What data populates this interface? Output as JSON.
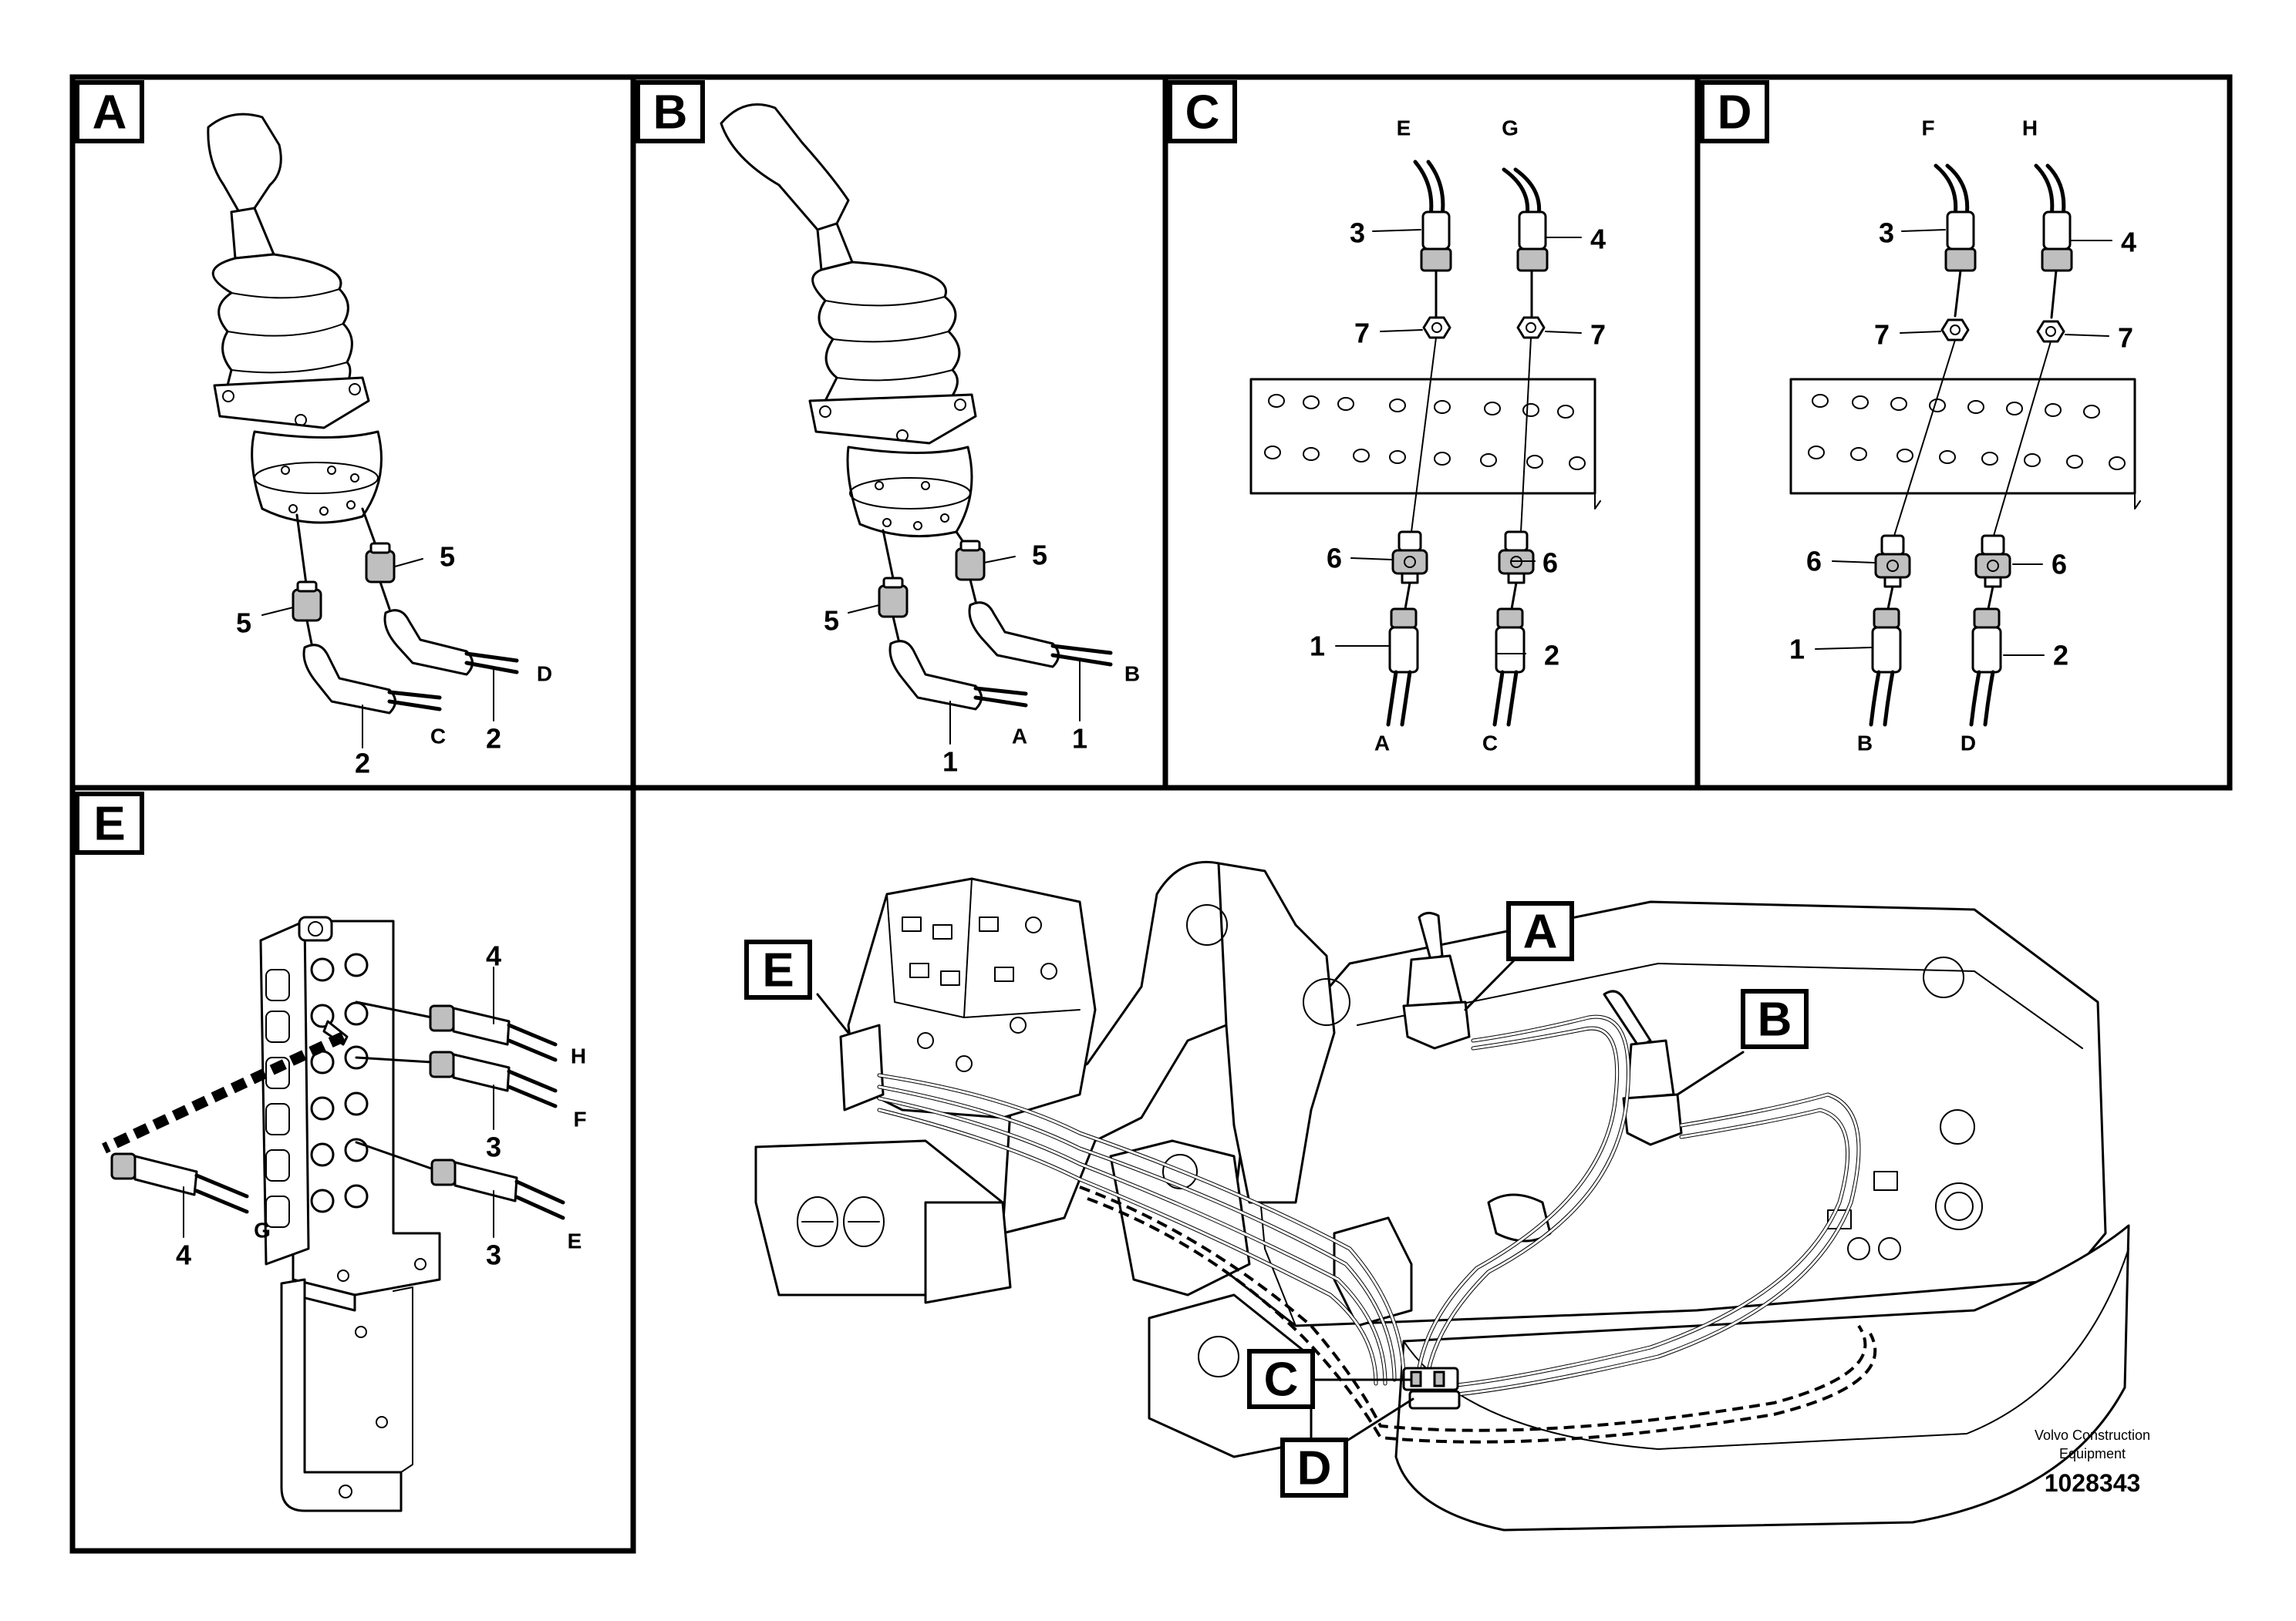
{
  "panels": {
    "A": {
      "tag": "A",
      "callouts": {
        "fitting_left": "5",
        "fitting_right": "5",
        "hose_left": "2",
        "hose_right": "2"
      },
      "ends": {
        "left": "C",
        "right": "D"
      }
    },
    "B": {
      "tag": "B",
      "callouts": {
        "fitting_left": "5",
        "fitting_right": "5",
        "hose_left": "1",
        "hose_right": "1"
      },
      "ends": {
        "left": "A",
        "right": "B"
      }
    },
    "C": {
      "tag": "C",
      "top_ends": {
        "left": "E",
        "right": "G"
      },
      "callouts": {
        "top_left": "3",
        "top_right": "4",
        "nut_left": "7",
        "nut_right": "7",
        "union_left": "6",
        "union_right": "6",
        "hose_left": "1",
        "hose_right": "2"
      },
      "bottom_ends": {
        "left": "A",
        "right": "C"
      }
    },
    "D": {
      "tag": "D",
      "top_ends": {
        "left": "F",
        "right": "H"
      },
      "callouts": {
        "top_left": "3",
        "top_right": "4",
        "nut_left": "7",
        "nut_right": "7",
        "union_left": "6",
        "union_right": "6",
        "hose_left": "1",
        "hose_right": "2"
      },
      "bottom_ends": {
        "left": "B",
        "right": "D"
      }
    },
    "E": {
      "tag": "E",
      "callouts": {
        "hose_h": "4",
        "hose_f": "3",
        "hose_e": "3",
        "hose_g": "4"
      },
      "ends": {
        "h": "H",
        "f": "F",
        "e": "E",
        "g": "G"
      }
    }
  },
  "overview": {
    "tags": [
      "E",
      "A",
      "B",
      "C",
      "D"
    ]
  },
  "footer": {
    "brand_line1": "Volvo Construction",
    "brand_line2": "Equipment",
    "doc_number": "1028343"
  }
}
